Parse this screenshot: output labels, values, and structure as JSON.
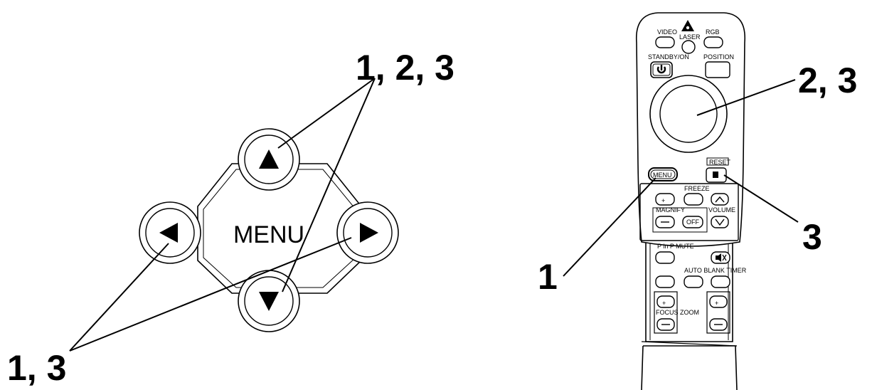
{
  "panel": {
    "menu_label": "MENU",
    "callouts": {
      "up": "1, 2, 3",
      "left_right": "1, 3"
    },
    "icons": {
      "up": "arrow-up-icon",
      "down": "arrow-down-icon",
      "left": "arrow-left-icon",
      "right": "arrow-right-icon"
    }
  },
  "remote": {
    "labels": {
      "video": "VIDEO",
      "laser": "LASER",
      "rgb": "RGB",
      "standby": "STANDBY/ON",
      "position": "POSITION",
      "reset": "RESET",
      "menu": "MENU",
      "freeze": "FREEZE",
      "magnify": "MAGNIFY",
      "volume": "VOLUME",
      "off": "OFF",
      "pinp_mute": "P in P MUTE",
      "autoblank": "AUTO BLANK TIMER",
      "focus_zoom": "FOCUS ZOOM"
    },
    "callouts": {
      "disk": "2, 3",
      "menu": "1",
      "reset": "3"
    },
    "icons": {
      "laser": "laser-warning-icon",
      "power": "power-icon",
      "mute": "speaker-mute-icon",
      "reset": "page-icon"
    }
  }
}
